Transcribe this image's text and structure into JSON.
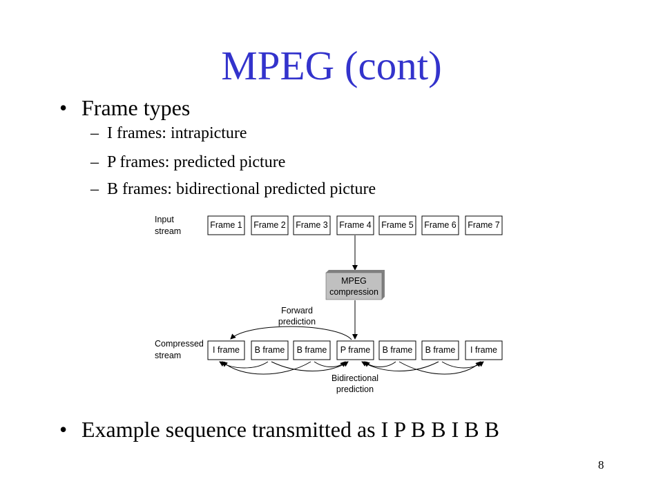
{
  "slide": {
    "title": "MPEG (cont)",
    "page_number": "8",
    "bullet_glyph": "•",
    "sub_glyph": "–",
    "bullets": [
      {
        "text": "Frame types",
        "sub_items": [
          "I frames: intrapicture",
          "P frames: predicted picture",
          "B frames: bidirectional predicted picture"
        ]
      },
      {
        "text": "Example sequence transmitted as I P B B I B B"
      }
    ]
  },
  "diagram": {
    "input_label": [
      "Input",
      "stream"
    ],
    "compressed_label": [
      "Compressed",
      "stream"
    ],
    "input_frames": [
      "Frame 1",
      "Frame 2",
      "Frame 3",
      "Frame 4",
      "Frame 5",
      "Frame 6",
      "Frame 7"
    ],
    "compressed_frames": [
      "I frame",
      "B frame",
      "B frame",
      "P frame",
      "B frame",
      "B frame",
      "I frame"
    ],
    "compression_box": [
      "MPEG",
      "compression"
    ],
    "forward_label": [
      "Forward",
      "prediction"
    ],
    "bidirectional_label": [
      "Bidirectional",
      "prediction"
    ],
    "colors": {
      "title": "#3333cc",
      "compression_box": "#c0c0c0",
      "compression_shadow": "#808080"
    }
  }
}
